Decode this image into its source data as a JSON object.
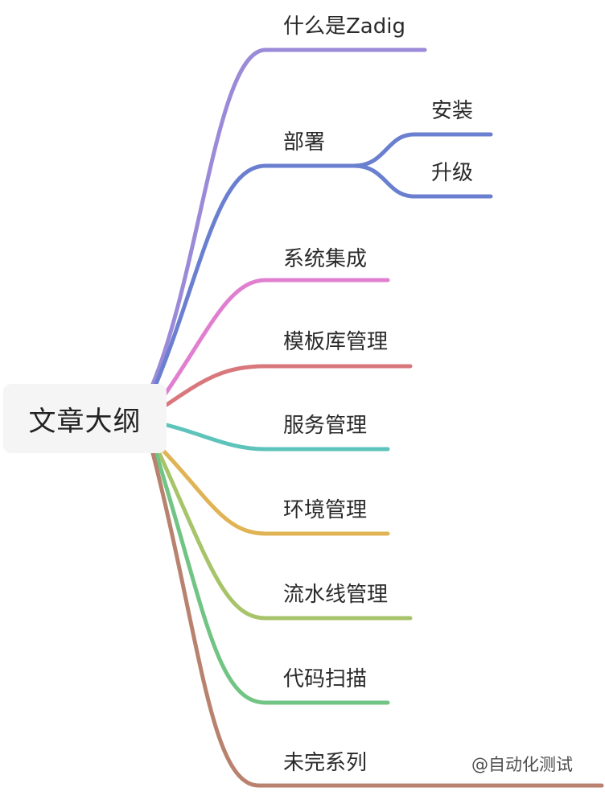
{
  "root": {
    "label": "文章大纲"
  },
  "branches": [
    {
      "label": "什么是Zadig",
      "color": "#9b8ad8"
    },
    {
      "label": "部署",
      "color": "#6b7fd0",
      "children": [
        {
          "label": "安装"
        },
        {
          "label": "升级"
        }
      ]
    },
    {
      "label": "系统集成",
      "color": "#e07fd0"
    },
    {
      "label": "模板库管理",
      "color": "#d9787c"
    },
    {
      "label": "服务管理",
      "color": "#5ec4bb"
    },
    {
      "label": "环境管理",
      "color": "#e0b455"
    },
    {
      "label": "流水线管理",
      "color": "#a7c46a"
    },
    {
      "label": "代码扫描",
      "color": "#72c484"
    },
    {
      "label": "未完系列",
      "color": "#b8826e"
    }
  ],
  "watermark": "@自动化测试"
}
